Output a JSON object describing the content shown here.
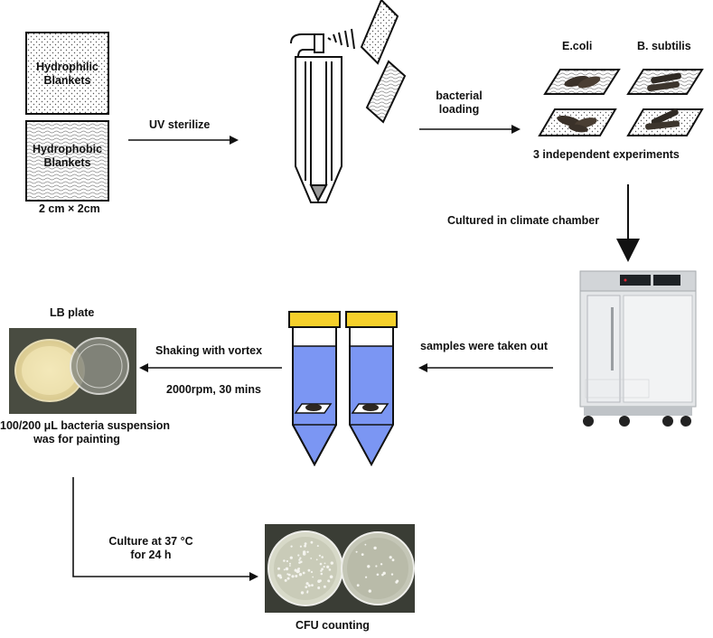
{
  "materials": {
    "hydrophilic": [
      "Hydrophilic",
      "Blankets"
    ],
    "hydrophobic": [
      "Hydrophobic",
      "Blankets"
    ],
    "size": "2 cm × 2cm"
  },
  "steps": {
    "uv": "UV sterilize",
    "loading": [
      "bacterial",
      "loading"
    ],
    "ecoli": "E.coli",
    "bsub": "B. subtilis",
    "replicates": "3 independent experiments",
    "climate": "Cultured in climate chamber",
    "taken_out": "samples were taken out",
    "vortex": [
      "Shaking with vortex",
      "2000rpm, 30 mins"
    ],
    "lb_plate": "LB plate",
    "painting": [
      "100/200 μL bacteria suspension",
      "was for painting"
    ],
    "culture": [
      "Culture at 37 °C",
      "for 24 h"
    ],
    "cfu": "CFU counting"
  },
  "colors": {
    "tube_fill": "#7b96f3",
    "tube_cap": "#f5d02b",
    "arrow": "#111111",
    "petri_agar": "#efe0a6",
    "plate_bg": "#3f4237"
  }
}
